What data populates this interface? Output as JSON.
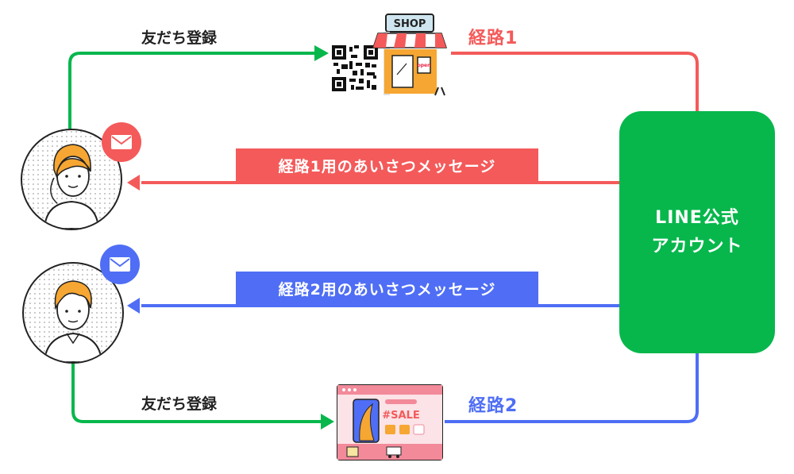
{
  "flow_top": {
    "register_label": "友だち登録",
    "route_label": "経路1",
    "color": "#f45a5a"
  },
  "flow_bottom": {
    "register_label": "友だち登録",
    "route_label": "経路2",
    "color": "#4f6ef5"
  },
  "greeting_1": "経路1用のあいさつメッセージ",
  "greeting_2": "経路2用のあいさつメッセージ",
  "line_account": {
    "line1": "LINE公式",
    "line2": "アカウント",
    "color": "#07b74c"
  },
  "shop_sign": "SHOP",
  "shop_panel_text": "open",
  "sale_text": "#SALE",
  "icons": [
    "qr-code-icon",
    "shop-icon",
    "mail-icon",
    "web-sale-icon",
    "person-woman-icon",
    "person-man-icon"
  ],
  "arrow_green": "#07b74c"
}
